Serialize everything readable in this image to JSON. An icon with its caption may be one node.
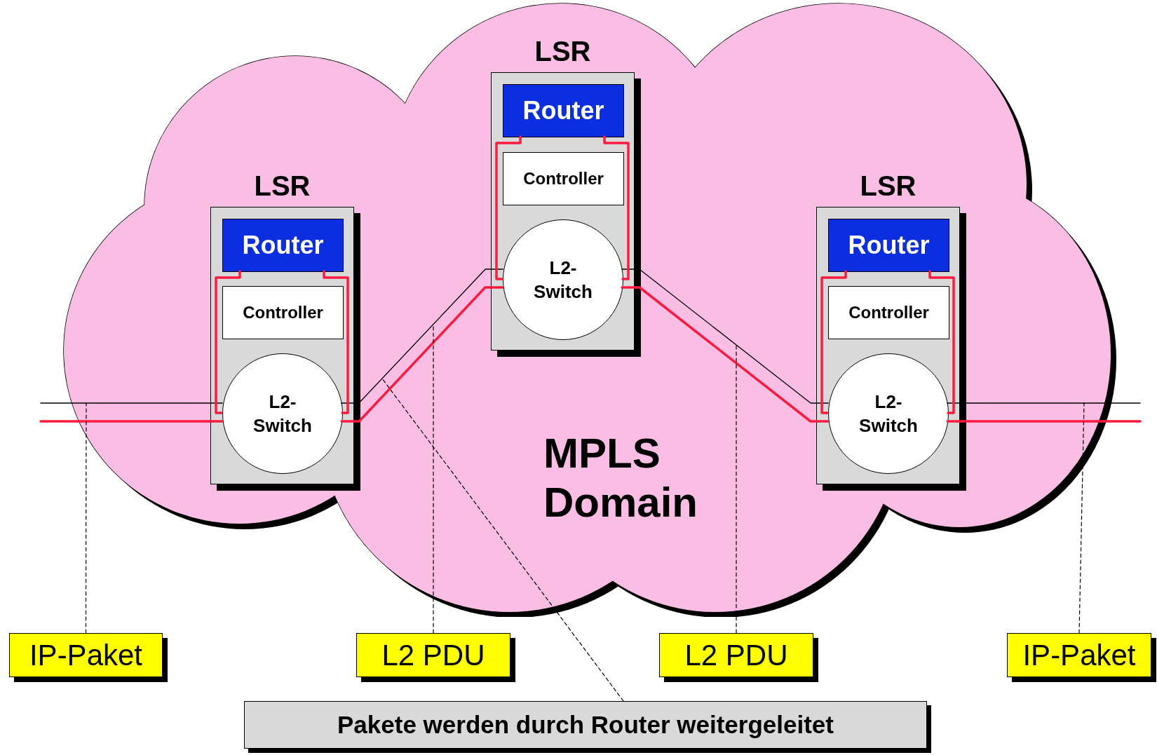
{
  "diagram": {
    "nodes": [
      {
        "text": [
          "MPLS Domain"
        ]
      },
      {
        "text": [
          "LSR"
        ],
        "in": 0
      },
      {
        "text": [
          "Router"
        ],
        "in": 1
      },
      {
        "text": [
          "Controller"
        ],
        "in": 1
      },
      {
        "text": [
          "L2- Switch"
        ],
        "in": 1
      },
      {
        "text": [
          "LSR"
        ],
        "in": 0
      },
      {
        "text": [
          "Router"
        ],
        "in": 5
      },
      {
        "text": [
          "Controller"
        ],
        "in": 5
      },
      {
        "text": [
          "L2- Switch"
        ],
        "in": 5
      },
      {
        "text": [
          "LSR"
        ],
        "in": 0
      },
      {
        "text": [
          "Router"
        ],
        "in": 9
      },
      {
        "text": [
          "Controller"
        ],
        "in": 9
      },
      {
        "text": [
          "L2- Switch"
        ],
        "in": 9
      },
      {
        "text": [
          "IP-Paket"
        ]
      },
      {
        "text": [
          "L2 PDU"
        ]
      },
      {
        "text": [
          "L2 PDU"
        ]
      },
      {
        "text": [
          "IP-Paket"
        ]
      },
      {
        "text": [
          "Pakete werden durch Router weitergeleitet"
        ]
      }
    ],
    "edges": [
      {
        "from": null,
        "to": 4,
        "arrow": "none",
        "color": "#000000"
      },
      {
        "from": 4,
        "to": 8,
        "arrow": "none",
        "color": "#000000"
      },
      {
        "from": 8,
        "to": 12,
        "arrow": "none",
        "color": "#000000"
      },
      {
        "from": 12,
        "to": null,
        "arrow": "none",
        "color": "#000000"
      },
      {
        "from": null,
        "to": 4,
        "arrow": "none"
      },
      {
        "from": 4,
        "to": 2,
        "arrow": "none"
      },
      {
        "from": 2,
        "to": 4,
        "arrow": "none"
      },
      {
        "from": 4,
        "to": 8,
        "arrow": "none"
      },
      {
        "from": 8,
        "to": 6,
        "arrow": "none"
      },
      {
        "from": 6,
        "to": 8,
        "arrow": "none"
      },
      {
        "from": 8,
        "to": 12,
        "arrow": "none"
      },
      {
        "from": 12,
        "to": 10,
        "arrow": "none"
      },
      {
        "from": 10,
        "to": 12,
        "arrow": "none"
      },
      {
        "from": 12,
        "to": null,
        "arrow": "none"
      },
      {
        "from": 13,
        "to": null,
        "arrow": "none",
        "style": "dashed",
        "color": "#000000"
      },
      {
        "from": 14,
        "to": null,
        "arrow": "none",
        "style": "dashed",
        "color": "#000000"
      },
      {
        "from": 15,
        "to": null,
        "arrow": "none",
        "style": "dashed",
        "color": "#000000"
      },
      {
        "from": 16,
        "to": null,
        "arrow": "none",
        "style": "dashed",
        "color": "#000000"
      },
      {
        "from": 17,
        "to": null,
        "arrow": "none",
        "style": "dashed",
        "color": "#000000"
      }
    ]
  }
}
